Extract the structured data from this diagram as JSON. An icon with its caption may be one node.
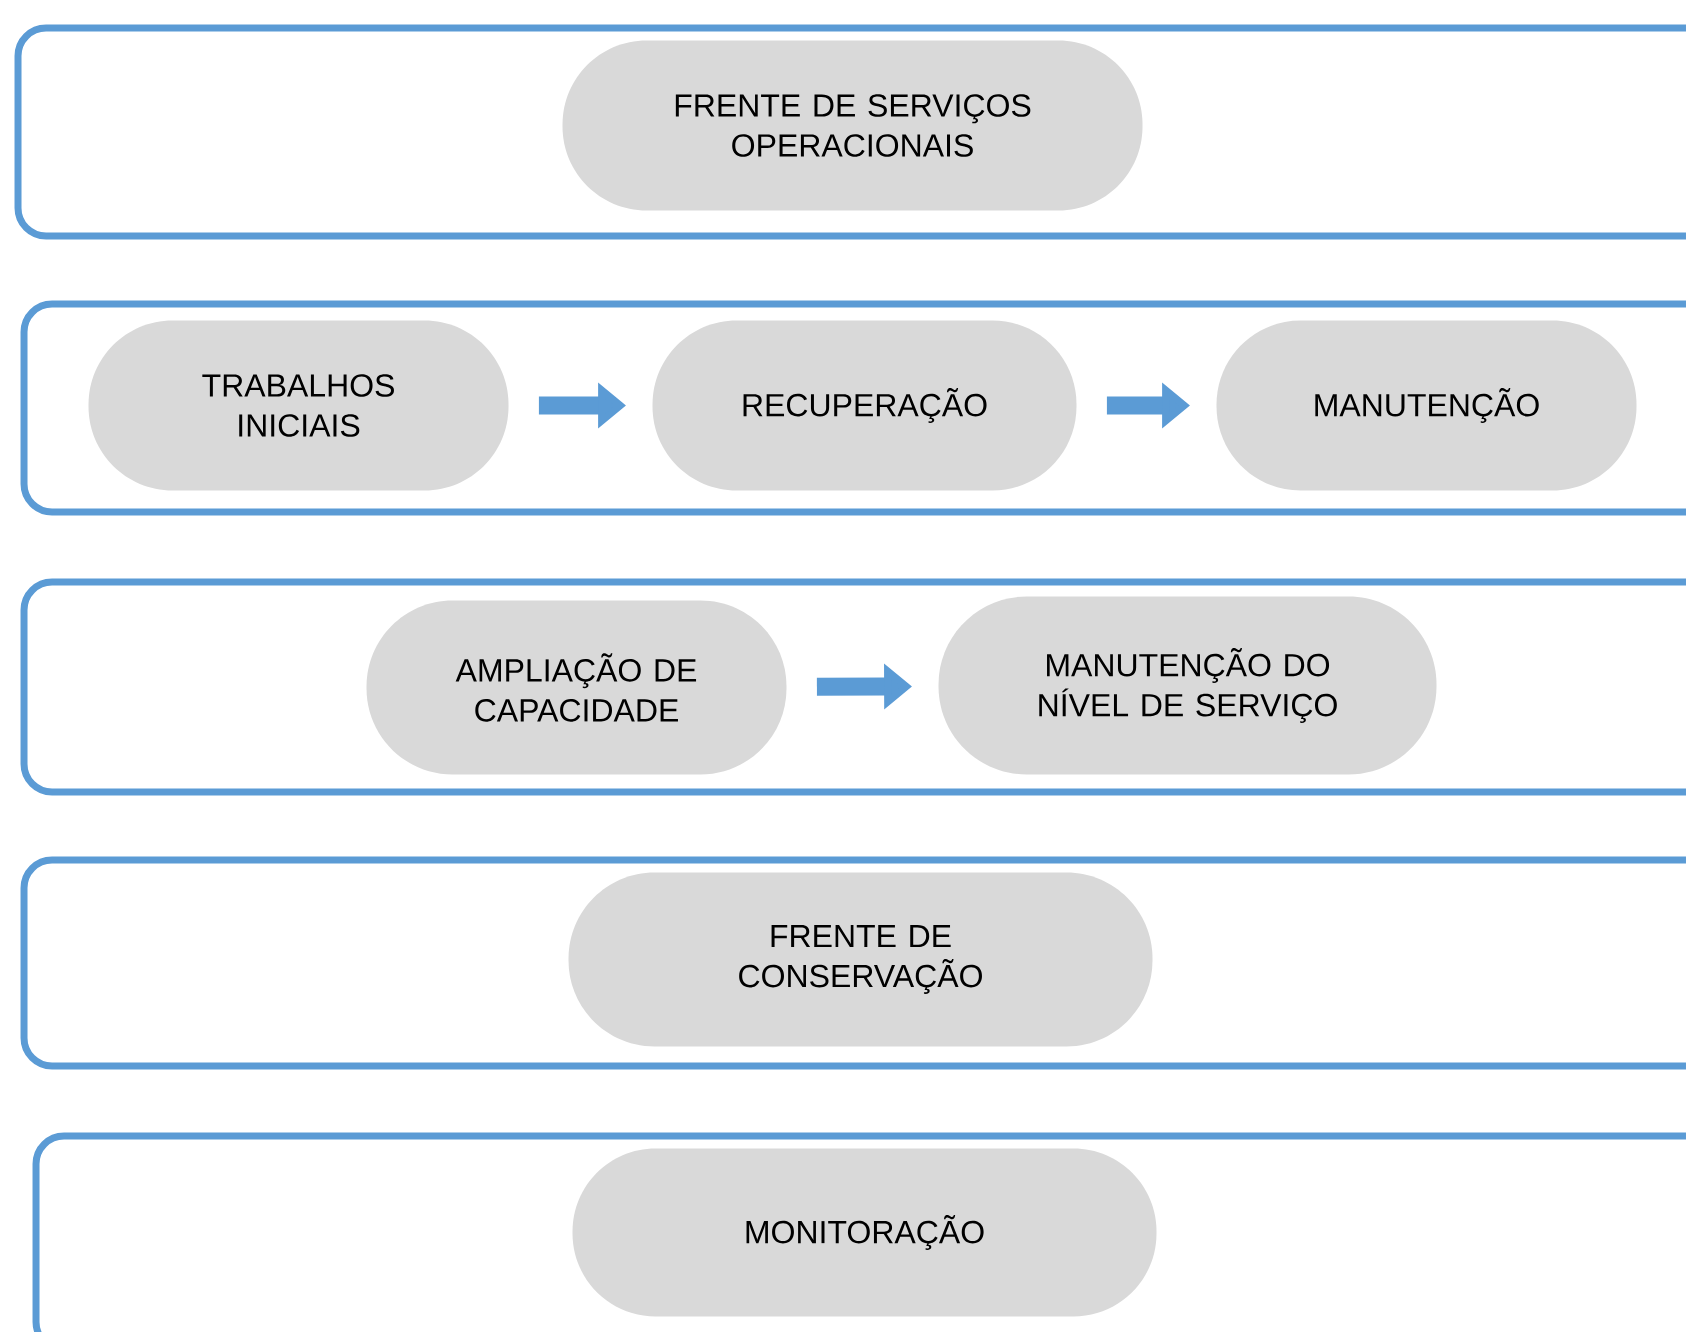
{
  "diagram": {
    "nodes": [
      {
        "text": [],
        "shape": "box"
      },
      {
        "text": [
          "FRENTE DE SERVIÇOS OPERACIONAIS"
        ],
        "in": 0
      },
      {
        "text": [],
        "shape": "box"
      },
      {
        "text": [
          "TRABALHOS INICIAIS"
        ],
        "in": 2
      },
      {
        "text": [
          "RECUPERAÇÃO"
        ],
        "in": 2
      },
      {
        "text": [
          "MANUTENÇÃO"
        ],
        "in": 2
      },
      {
        "text": [],
        "shape": "box"
      },
      {
        "text": [
          "AMPLIAÇÃO DE CAPACIDADE"
        ],
        "in": 6
      },
      {
        "text": [
          "MANUTENÇÃO DO NÍVEL DE SERVIÇO"
        ],
        "in": 6
      },
      {
        "text": [],
        "shape": "box"
      },
      {
        "text": [
          "FRENTE DE CONSERVAÇÃO"
        ],
        "in": 9
      },
      {
        "text": [],
        "shape": "box"
      },
      {
        "text": [
          "MONITORAÇÃO"
        ],
        "in": 11
      }
    ],
    "edges": [
      {
        "from": 3,
        "to": 4,
        "arrow": "to"
      },
      {
        "from": 4,
        "to": 5,
        "arrow": "to"
      },
      {
        "from": 7,
        "to": 8,
        "arrow": "to"
      }
    ]
  }
}
